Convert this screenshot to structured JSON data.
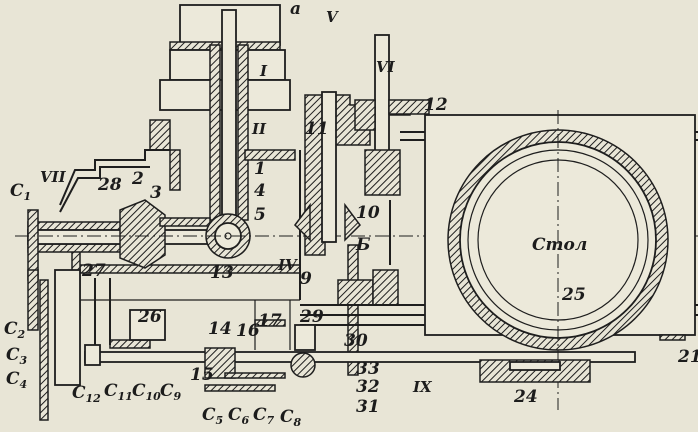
{
  "figure": {
    "labels": {
      "a": "a",
      "I": "I",
      "II": "II",
      "V": "V",
      "VI": "VI",
      "VII": "VII",
      "IV": "IV",
      "IX": "IX",
      "n1": "1",
      "n2": "2",
      "n3": "3",
      "n4": "4",
      "n5": "5",
      "n9": "9",
      "n10": "10",
      "n11": "11",
      "n12": "12",
      "n13": "13",
      "n14": "14",
      "n15": "15",
      "n16": "16",
      "n17": "17",
      "n21": "21",
      "n24": "24",
      "n25": "25",
      "n26": "26",
      "n27": "27",
      "n28": "28",
      "n29": "29",
      "n30": "30",
      "n31": "31",
      "n32": "32",
      "n33": "33",
      "B": "Б",
      "table": "Стол"
    },
    "gear_labels": [
      {
        "id": "c1",
        "main": "C",
        "sub": "1"
      },
      {
        "id": "c2",
        "main": "C",
        "sub": "2"
      },
      {
        "id": "c3",
        "main": "C",
        "sub": "3"
      },
      {
        "id": "c4",
        "main": "C",
        "sub": "4"
      },
      {
        "id": "c5",
        "main": "C",
        "sub": "5"
      },
      {
        "id": "c6",
        "main": "C",
        "sub": "6"
      },
      {
        "id": "c7",
        "main": "C",
        "sub": "7"
      },
      {
        "id": "c8",
        "main": "C",
        "sub": "8"
      },
      {
        "id": "c9",
        "main": "C",
        "sub": "9"
      },
      {
        "id": "c10",
        "main": "C",
        "sub": "10"
      },
      {
        "id": "c11",
        "main": "C",
        "sub": "11"
      },
      {
        "id": "c12",
        "main": "C",
        "sub": "12"
      }
    ]
  }
}
